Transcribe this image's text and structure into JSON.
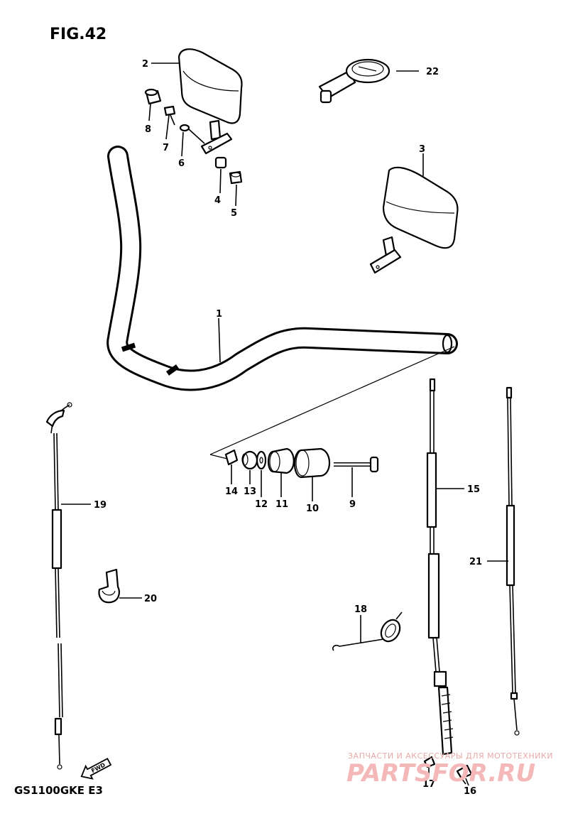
{
  "figure": {
    "title": "FIG.42",
    "model": "GS1100GKE  E3",
    "forward_label": "FWD",
    "watermark_top": "ЗАПЧАСТИ И АКСЕССУАРЫ ДЛЯ МОТОТЕХНИКИ",
    "watermark_logo": "PARTSFOR.RU"
  },
  "callouts": [
    {
      "id": "1",
      "label": "1"
    },
    {
      "id": "2",
      "label": "2"
    },
    {
      "id": "3",
      "label": "3"
    },
    {
      "id": "4",
      "label": "4"
    },
    {
      "id": "5",
      "label": "5"
    },
    {
      "id": "6",
      "label": "6"
    },
    {
      "id": "7",
      "label": "7"
    },
    {
      "id": "8",
      "label": "8"
    },
    {
      "id": "9",
      "label": "9"
    },
    {
      "id": "10",
      "label": "10"
    },
    {
      "id": "11",
      "label": "11"
    },
    {
      "id": "12",
      "label": "12"
    },
    {
      "id": "13",
      "label": "13"
    },
    {
      "id": "14",
      "label": "14"
    },
    {
      "id": "15",
      "label": "15"
    },
    {
      "id": "16",
      "label": "16"
    },
    {
      "id": "17",
      "label": "17"
    },
    {
      "id": "18",
      "label": "18"
    },
    {
      "id": "19",
      "label": "19"
    },
    {
      "id": "20",
      "label": "20"
    },
    {
      "id": "21",
      "label": "21"
    },
    {
      "id": "22",
      "label": "22"
    }
  ]
}
